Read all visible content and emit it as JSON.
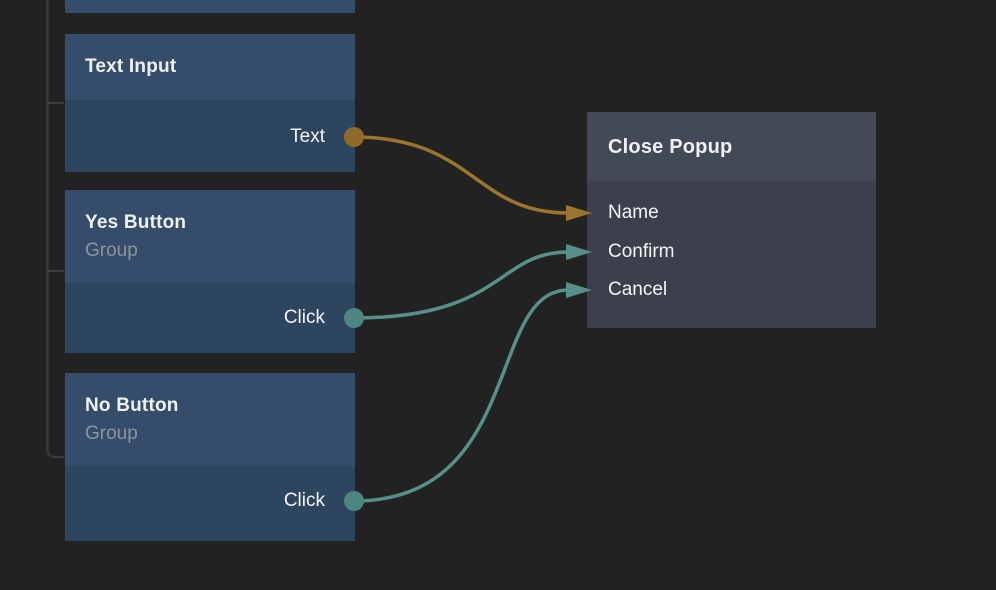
{
  "canvas": {
    "background": "#232222",
    "tree_line_color": "#3d3d3d"
  },
  "colors": {
    "left_node_header": "#354d6b",
    "left_node_body": "#2e455f",
    "right_node_header": "#444957",
    "right_node_body": "#3c404c",
    "string_wire": "#9c742e",
    "string_port_dot": "#8f6b2b",
    "signal_wire": "#579089",
    "signal_port_dot": "#4d8580",
    "title_text": "#eef1f4",
    "subtitle_text": "#8d94a0"
  },
  "nodes": {
    "text_input": {
      "title": "Text Input",
      "outputs": [
        {
          "label": "Text",
          "wire_color": "#9c742e"
        }
      ]
    },
    "yes_button": {
      "title": "Yes Button",
      "subtitle": "Group",
      "outputs": [
        {
          "label": "Click",
          "wire_color": "#579089"
        }
      ]
    },
    "no_button": {
      "title": "No Button",
      "subtitle": "Group",
      "outputs": [
        {
          "label": "Click",
          "wire_color": "#579089"
        }
      ]
    },
    "close_popup": {
      "title": "Close Popup",
      "inputs": [
        {
          "label": "Name"
        },
        {
          "label": "Confirm"
        },
        {
          "label": "Cancel"
        }
      ]
    }
  },
  "connections": [
    {
      "from": "Text Input.Text",
      "to": "Close Popup.Name",
      "color": "#9c742e"
    },
    {
      "from": "Yes Button.Click",
      "to": "Close Popup.Confirm",
      "color": "#579089"
    },
    {
      "from": "No Button.Click",
      "to": "Close Popup.Cancel",
      "color": "#579089"
    }
  ]
}
